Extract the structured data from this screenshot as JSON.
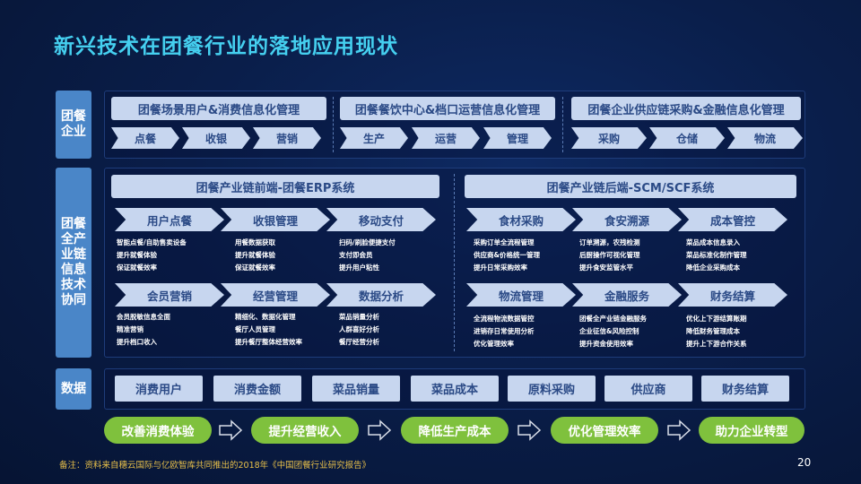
{
  "title": "新兴技术在团餐行业的落地应用现状",
  "rows": {
    "enterprise": "团餐企业",
    "chain": "团餐全产业链信息技术协同",
    "data": "数据"
  },
  "enterprise": {
    "sections": [
      {
        "header": "团餐场景用户&消费信息化管理",
        "steps": [
          "点餐",
          "收银",
          "营销"
        ]
      },
      {
        "header": "团餐餐饮中心&档口运营信息化管理",
        "steps": [
          "生产",
          "运营",
          "管理"
        ]
      },
      {
        "header": "团餐企业供应链采购&金融信息化管理",
        "steps": [
          "采购",
          "仓储",
          "物流"
        ]
      }
    ]
  },
  "chain": {
    "front": {
      "header": "团餐产业链前端-团餐ERP系统",
      "modules": [
        {
          "name": "用户点餐",
          "items": [
            "智能点餐/自助售卖设备",
            "提升就餐体验",
            "保证就餐效率"
          ]
        },
        {
          "name": "收银管理",
          "items": [
            "用餐数据获取",
            "提升就餐体验",
            "保证就餐效率"
          ]
        },
        {
          "name": "移动支付",
          "items": [
            "扫码/刷脸便捷支付",
            "支付即会员",
            "提升用户粘性"
          ]
        },
        {
          "name": "会员营销",
          "items": [
            "会员脱敏信息全面",
            "精准营销",
            "提升档口收入"
          ]
        },
        {
          "name": "经营管理",
          "items": [
            "精细化、数据化管理",
            "餐厅人员管理",
            "提升餐厅整体经营效率"
          ]
        },
        {
          "name": "数据分析",
          "items": [
            "菜品销量分析",
            "人群喜好分析",
            "餐厅经营分析"
          ]
        }
      ]
    },
    "back": {
      "header": "团餐产业链后端-SCM/SCF系统",
      "modules": [
        {
          "name": "食材采购",
          "items": [
            "采购订单全流程管理",
            "供应商&价格统一管理",
            "提升日常采购效率"
          ]
        },
        {
          "name": "食安溯源",
          "items": [
            "订单溯源，农残检测",
            "后厨操作可视化管理",
            "提升食安监管水平"
          ]
        },
        {
          "name": "成本管控",
          "items": [
            "菜品成本信息录入",
            "菜品标准化制作管理",
            "降低企业采购成本"
          ]
        },
        {
          "name": "物流管理",
          "items": [
            "全流程物流数据管控",
            "进销存日常使用分析",
            "优化管理效率"
          ]
        },
        {
          "name": "金融服务",
          "items": [
            "团餐全产业链金融服务",
            "企业征信&风险控制",
            "提升资金使用效率"
          ]
        },
        {
          "name": "财务结算",
          "items": [
            "优化上下游结算账期",
            "降低财务管理成本",
            "提升上下游合作关系"
          ]
        }
      ]
    }
  },
  "data_items": [
    "消费用户",
    "消费金额",
    "菜品销量",
    "菜品成本",
    "原料采购",
    "供应商",
    "财务结算"
  ],
  "results": [
    "改善消费体验",
    "提升经营收入",
    "降低生产成本",
    "优化管理效率",
    "助力企业转型"
  ],
  "footnote": "备注：资料来自穗云国际与亿欧智库共同推出的2018年《中国团餐行业研究报告》",
  "page_number": "20",
  "colors": {
    "title": "#45d0f0",
    "label_bg": "#c7d6ef",
    "label_text": "#2b4a86",
    "side_block": "#4a86c8",
    "result_green": "#7fc13d",
    "footnote": "#e8c04a"
  }
}
